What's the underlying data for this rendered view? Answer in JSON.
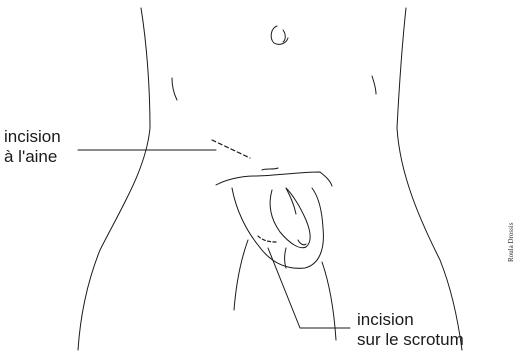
{
  "labels": {
    "groin": {
      "line1": "incision",
      "line2": "à l'aine"
    },
    "scrotum": {
      "line1": "incision",
      "line2": "sur le scrotum"
    }
  },
  "credit": "Roula Drossis",
  "colors": {
    "line": "#1a1a1a",
    "background": "#ffffff"
  }
}
